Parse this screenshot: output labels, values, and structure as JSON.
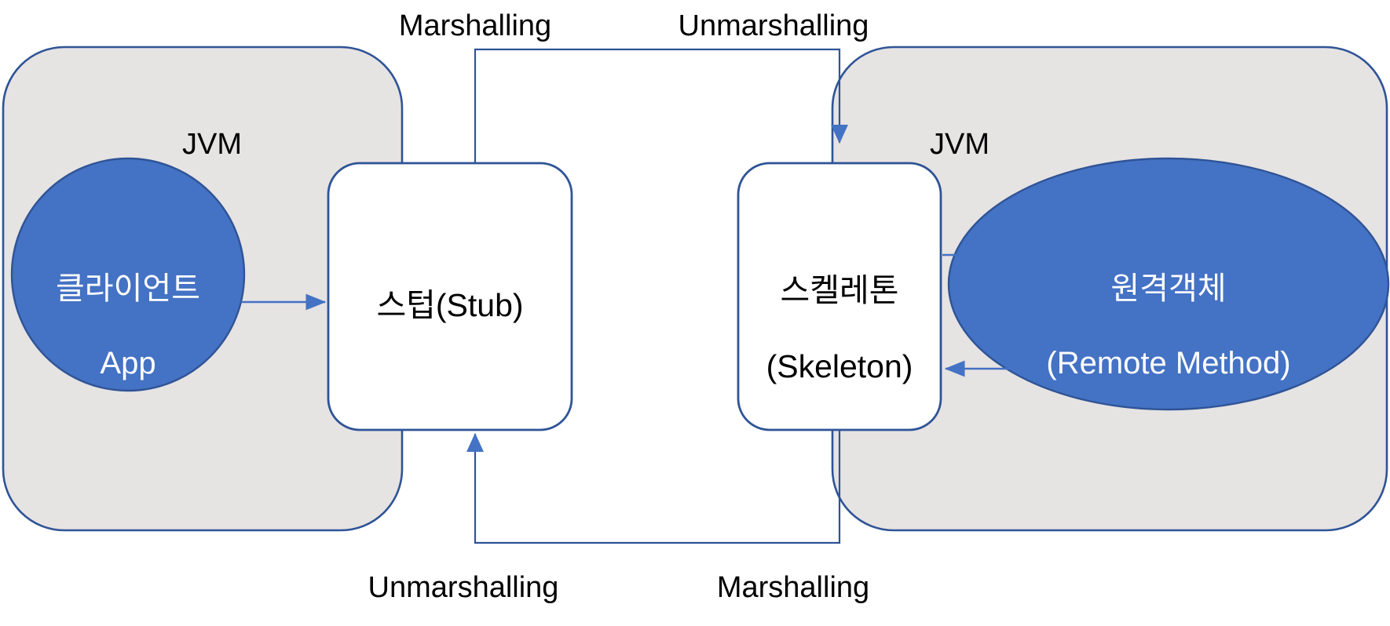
{
  "diagram": {
    "title": "Java RMI Stub/Skeleton Marshalling Diagram",
    "colors": {
      "jvm_fill": "#E6E3E3",
      "jvm_stroke": "#2F5496",
      "node_fill": "#4472C4",
      "node_stroke": "#2F5496",
      "box_fill": "#FFFFFF",
      "box_stroke": "#2F5496",
      "arrow": "#4472C4",
      "text": "#000000",
      "text_on_fill": "#FFFFFF"
    },
    "containers": [
      {
        "id": "jvm-left",
        "label": "JVM"
      },
      {
        "id": "jvm-right",
        "label": "JVM"
      }
    ],
    "nodes": {
      "client": {
        "line1": "클라이언트",
        "line2": "App"
      },
      "stub": {
        "line1": "스텁(Stub)",
        "line2": ""
      },
      "skeleton": {
        "line1": "스켈레톤",
        "line2": "(Skeleton)"
      },
      "remote": {
        "line1": "원격객체",
        "line2": "(Remote Method)"
      }
    },
    "edge_labels": {
      "top_left": "Marshalling",
      "top_right": "Unmarshalling",
      "bottom_left": "Unmarshalling",
      "bottom_right": "Marshalling"
    }
  }
}
